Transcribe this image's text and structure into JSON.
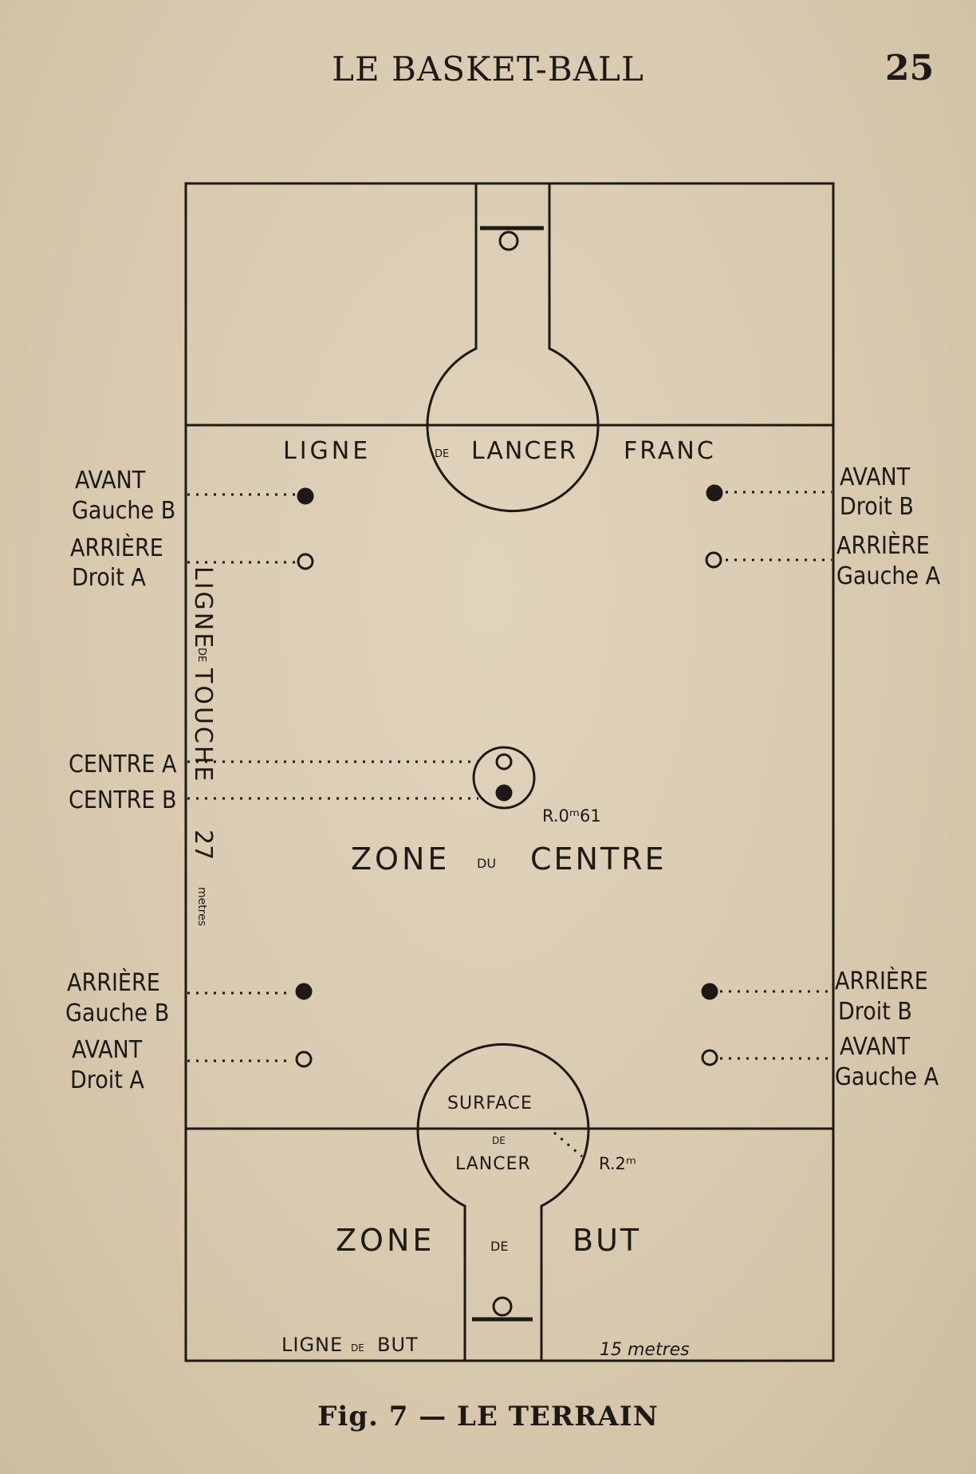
{
  "header": {
    "title": "LE BASKET-BALL",
    "page_number": "25"
  },
  "court": {
    "top_free_throw_line": {
      "ligne": "LIGNE",
      "de": "DE",
      "lancer": "LANCER",
      "franc": "FRANC"
    },
    "sideline": {
      "ligne": "LIGNE",
      "de": "DE",
      "touche": "TOUCHE",
      "length_value": "27",
      "length_unit": "metres"
    },
    "center_radius": "R.0ᵐ61",
    "center_zone": {
      "zone": "ZONE",
      "du": "DU",
      "centre": "CENTRE"
    },
    "free_throw_surface": {
      "surface": "SURFACE",
      "de": "DE",
      "lancer": "LANCER",
      "radius": "R.2ᵐ"
    },
    "goal_zone": {
      "zone": "ZONE",
      "de": "DE",
      "but": "BUT"
    },
    "goal_line": {
      "ligne": "LIGNE",
      "de": "DE",
      "but": "BUT"
    },
    "width_label": "15 metres"
  },
  "players": {
    "left_1": {
      "line1": "AVANT",
      "line2": "Gauche B"
    },
    "left_2": {
      "line1": "ARRIÈRE",
      "line2": "Droit A"
    },
    "left_3": {
      "line1": "CENTRE A",
      "line2": "CENTRE B"
    },
    "left_4": {
      "line1": "ARRIÈRE",
      "line2": "Gauche B"
    },
    "left_5": {
      "line1": "AVANT",
      "line2": "Droit A"
    },
    "right_1": {
      "line1": "AVANT",
      "line2": "Droit B"
    },
    "right_2": {
      "line1": "ARRIÈRE",
      "line2": "Gauche A"
    },
    "right_3": {
      "line1": "ARRIÈRE",
      "line2": "Droit B"
    },
    "right_4": {
      "line1": "AVANT",
      "line2": "Gauche A"
    }
  },
  "caption": "Fig. 7 — LE TERRAIN",
  "colors": {
    "paper": "#d9cab0",
    "ink": "#1d1a16"
  }
}
